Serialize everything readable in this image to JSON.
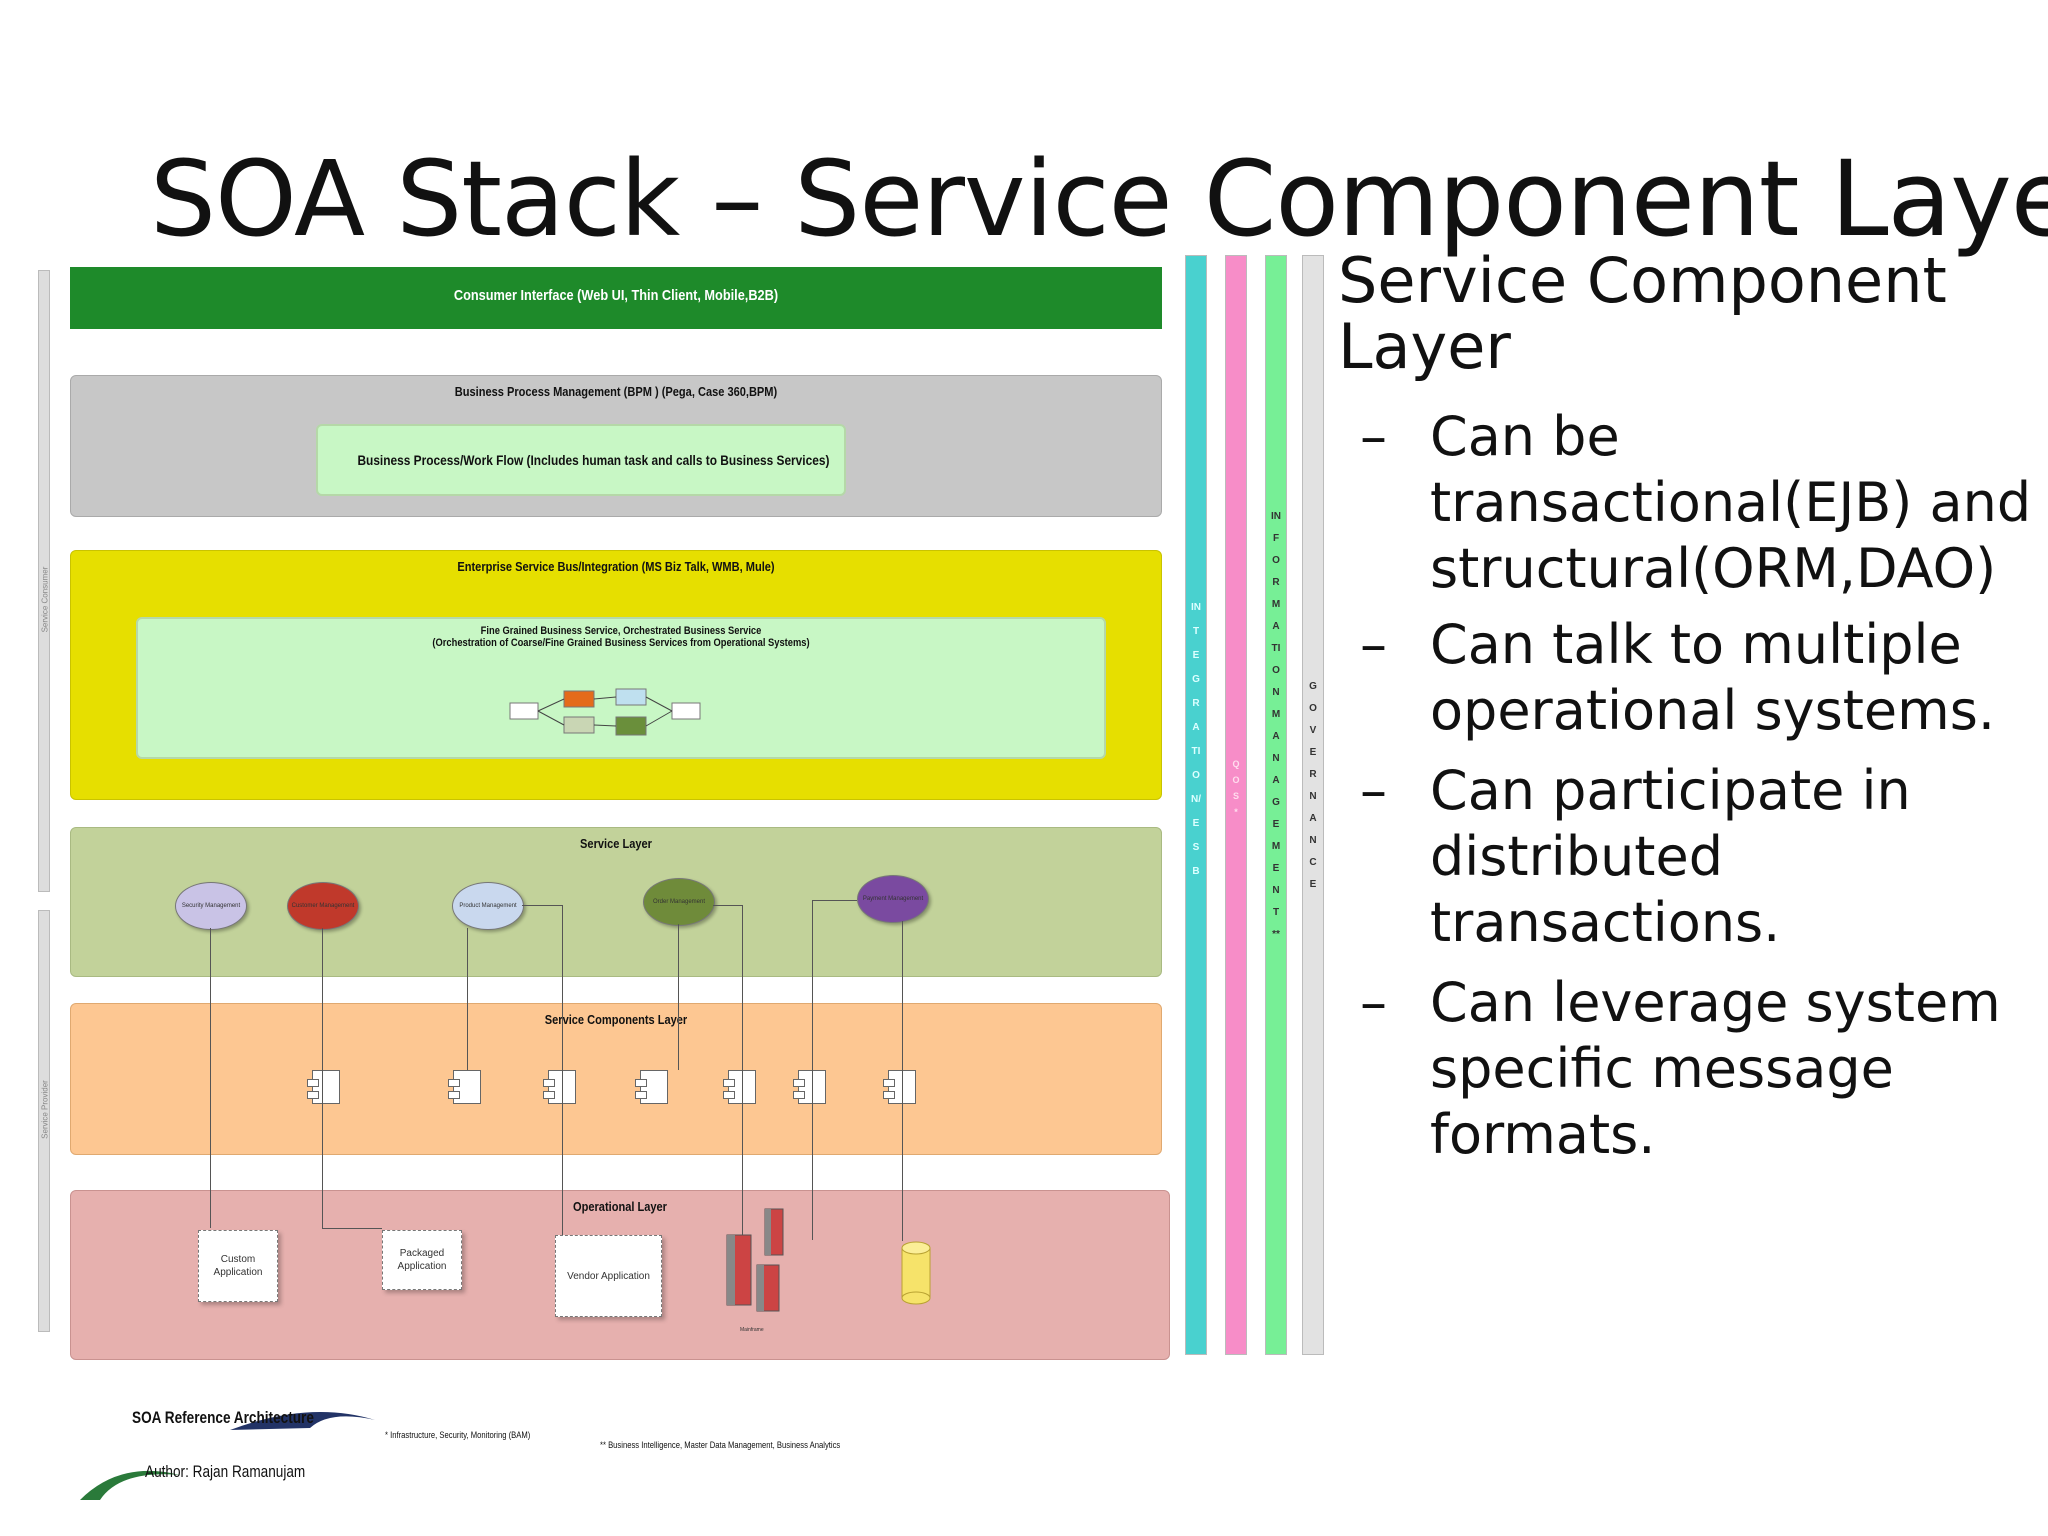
{
  "title": "SOA Stack – Service Component Layer",
  "diagram": {
    "consumer_interface": "Consumer Interface (Web UI, Thin Client, Mobile,B2B)",
    "bpm": {
      "label": "Business Process Management (BPM ) (Pega, Case 360,BPM)",
      "inner": "Business Process/Work Flow (Includes human task and calls to Business Services)"
    },
    "esb": {
      "label": "Enterprise Service Bus/Integration (MS Biz Talk, WMB, Mule)",
      "inner_line1": "Fine Grained Business Service, Orchestrated Business Service",
      "inner_line2": "(Orchestration of Coarse/Fine Grained Business Services from Operational Systems)"
    },
    "service_layer": {
      "label": "Service Layer",
      "services": [
        {
          "name": "Security Management",
          "color": "#c9c3e6"
        },
        {
          "name": "Customer Management",
          "color": "#c0392b"
        },
        {
          "name": "Product Management",
          "color": "#c9d8ee"
        },
        {
          "name": "Order Management",
          "color": "#6f8b3a"
        },
        {
          "name": "Payment Management",
          "color": "#7a4aa0"
        }
      ]
    },
    "components_layer": {
      "label": "Service Components Layer"
    },
    "operational_layer": {
      "label": "Operational Layer",
      "apps": [
        "Custom Application",
        "Packaged Application",
        "Vendor Application"
      ],
      "db_label": "Mainframe"
    },
    "side_labels": {
      "consumer": "Service Consumer",
      "provider": "Service Provider"
    },
    "vertical_bars": {
      "integration": "INTEGRATION/ESB",
      "qos": "QOS *",
      "information": "INFORMATION MANAGEMENT **",
      "governance": "GOVERNANCE"
    },
    "colors": {
      "consumer": "#1e8a2a",
      "bpm": "#c7c7c7",
      "esb": "#e6df00",
      "service": "#c2d29a",
      "components": "#fdc792",
      "operational": "#e6b0ae",
      "integration_bar": "#49d1cf",
      "qos_bar": "#f78dc8",
      "information_bar": "#77ef96",
      "governance_bar": "#e2e2e2"
    }
  },
  "footer": {
    "ref": "SOA Reference Architecture",
    "author": "Author: Rajan Ramanujam",
    "note1": "* Infrastructure, Security, Monitoring (BAM)",
    "note2": "** Business Intelligence, Master Data Management, Business Analytics"
  },
  "right_panel": {
    "heading": "Service Component Layer",
    "bullets": [
      "Can be transactional(EJB) and structural(ORM,DAO)",
      "Can talk to multiple operational systems.",
      "Can participate in distributed transactions.",
      "Can leverage system specific message formats."
    ]
  }
}
